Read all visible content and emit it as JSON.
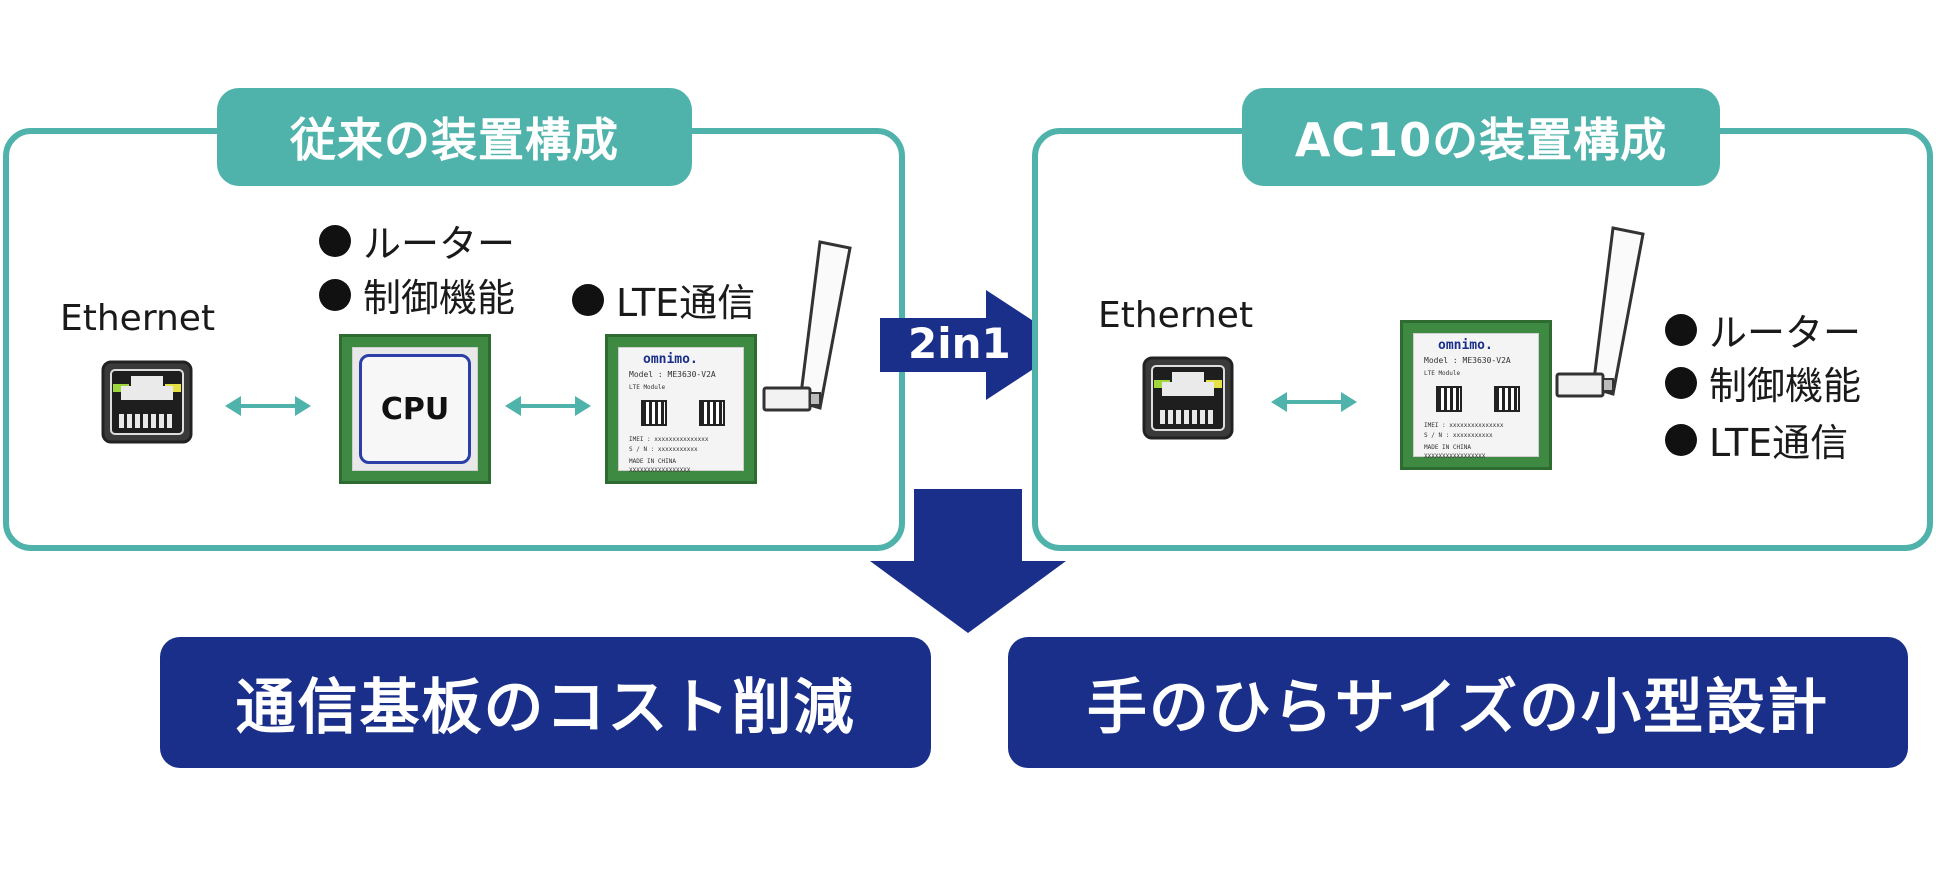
{
  "left_panel": {
    "title": "従来の装置構成",
    "ethernet_label": "Ethernet",
    "cpu_label": "CPU",
    "cpu_bullets": [
      "ルーター",
      "制御機能"
    ],
    "lte_bullet": "LTE通信",
    "module": {
      "brand": "omnimo.",
      "model": "Model : ME3630-V2A",
      "type": "LTE Module",
      "imei": "IMEI : xxxxxxxxxxxxxxx",
      "sn": "S / N : xxxxxxxxxxx",
      "made": "MADE IN CHINA",
      "code": "XXXXXXXXXXXXXXXXX"
    }
  },
  "right_panel": {
    "title": "AC10の装置構成",
    "ethernet_label": "Ethernet",
    "bullets": [
      "ルーター",
      "制御機能",
      "LTE通信"
    ],
    "module": {
      "brand": "omnimo.",
      "model": "Model : ME3630-V2A",
      "type": "LTE Module",
      "imei": "IMEI : xxxxxxxxxxxxxxx",
      "sn": "S / N : xxxxxxxxxxx",
      "made": "MADE IN CHINA",
      "code": "XXXXXXXXXXXXXXXXX"
    }
  },
  "merge_arrow_label": "2in1",
  "outcomes": [
    "通信基板のコスト削減",
    "手のひらサイズの小型設計"
  ],
  "colors": {
    "teal": "#4fb3ab",
    "navy": "#1a2f8a",
    "board_green": "#3f8a43",
    "cpu_border": "#2b3fa8"
  }
}
